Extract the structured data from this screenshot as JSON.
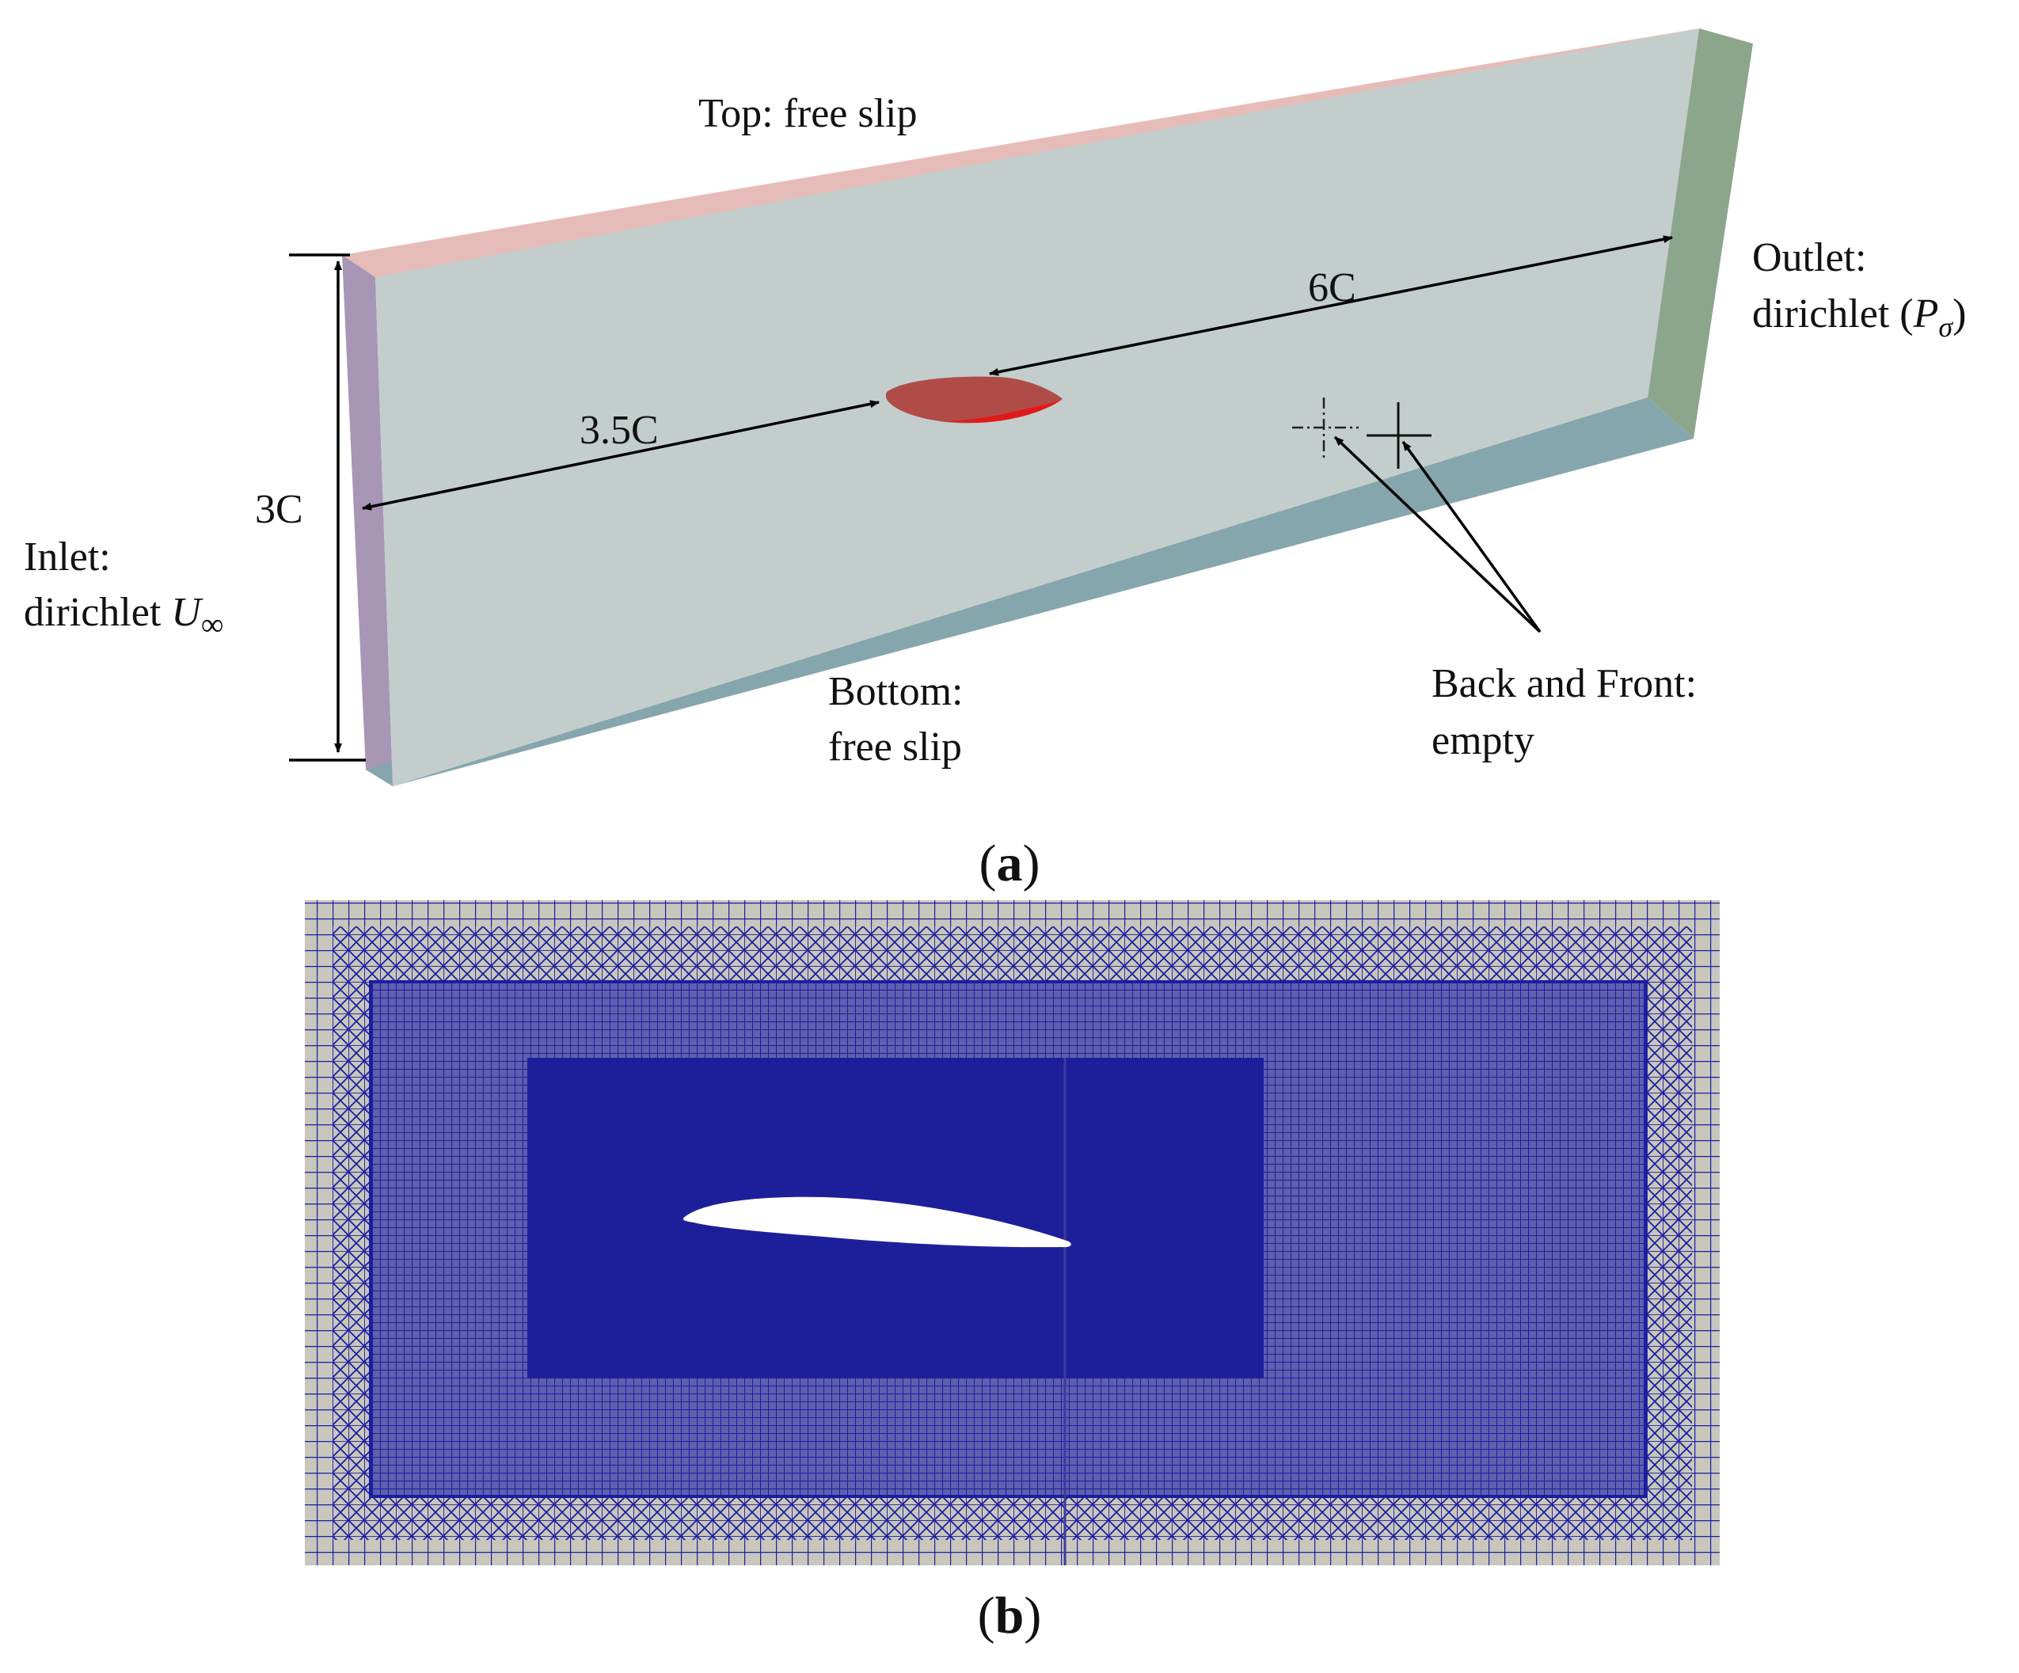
{
  "panel_a": {
    "labels": {
      "top": "Top: free slip",
      "outlet_line1": "Outlet:",
      "outlet_line2_prefix": "dirichlet (",
      "outlet_symbol": "P",
      "outlet_subscript": "σ",
      "outlet_line2_suffix": ")",
      "inlet_line1": "Inlet:",
      "inlet_line2_prefix": "dirichlet ",
      "inlet_symbol": "U",
      "inlet_subscript": "∞",
      "bottom_line1": "Bottom:",
      "bottom_line2": "free slip",
      "backfront_line1": "Back and Front:",
      "backfront_line2": "empty"
    },
    "dimensions": {
      "height": "3C",
      "upstream": "3.5C",
      "downstream": "6C"
    },
    "caption": {
      "open": "(",
      "letter": "a",
      "close": ")"
    },
    "colors": {
      "front_face": "#c3cecc",
      "top_face": "#e6bcb8",
      "inlet_face": "#a796b6",
      "outlet_face": "#8ca68c",
      "bottom_face": "#86a6ae",
      "airfoil_top": "#b04c48",
      "airfoil_front": "#e01a1a"
    }
  },
  "panel_b": {
    "caption": {
      "open": "(",
      "letter": "b",
      "close": ")"
    },
    "colors": {
      "mesh_line": "#1c1ea0",
      "dense_fill": "#1d1f9a",
      "background": "#c8c6bd",
      "airfoil": "#ffffff"
    }
  }
}
